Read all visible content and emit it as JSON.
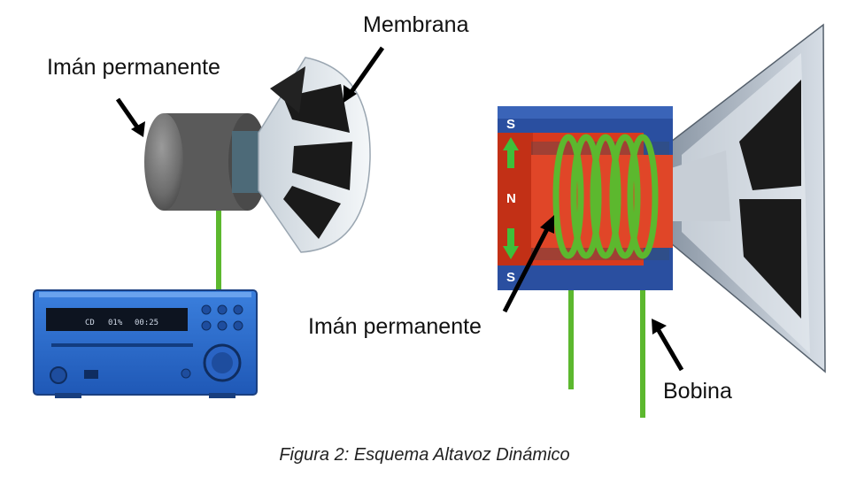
{
  "labels": {
    "membrana": "Membrana",
    "iman_left": "Imán permanente",
    "iman_right": "Imán permanente",
    "bobina": "Bobina"
  },
  "magnet_poles": {
    "top": "S",
    "middle": "N",
    "bottom": "S"
  },
  "stereo_display": {
    "source": "CD",
    "track": "01%",
    "time": "00:25"
  },
  "caption": "Figura 2:  Esquema Altavoz Dinámico",
  "colors": {
    "coil": "#5cb82e",
    "magnet_body": "#2a4fa0",
    "magnet_core": "#d83a1e",
    "arrow_green": "#3fbf3a",
    "stereo_blue": "#2c6ed0"
  }
}
